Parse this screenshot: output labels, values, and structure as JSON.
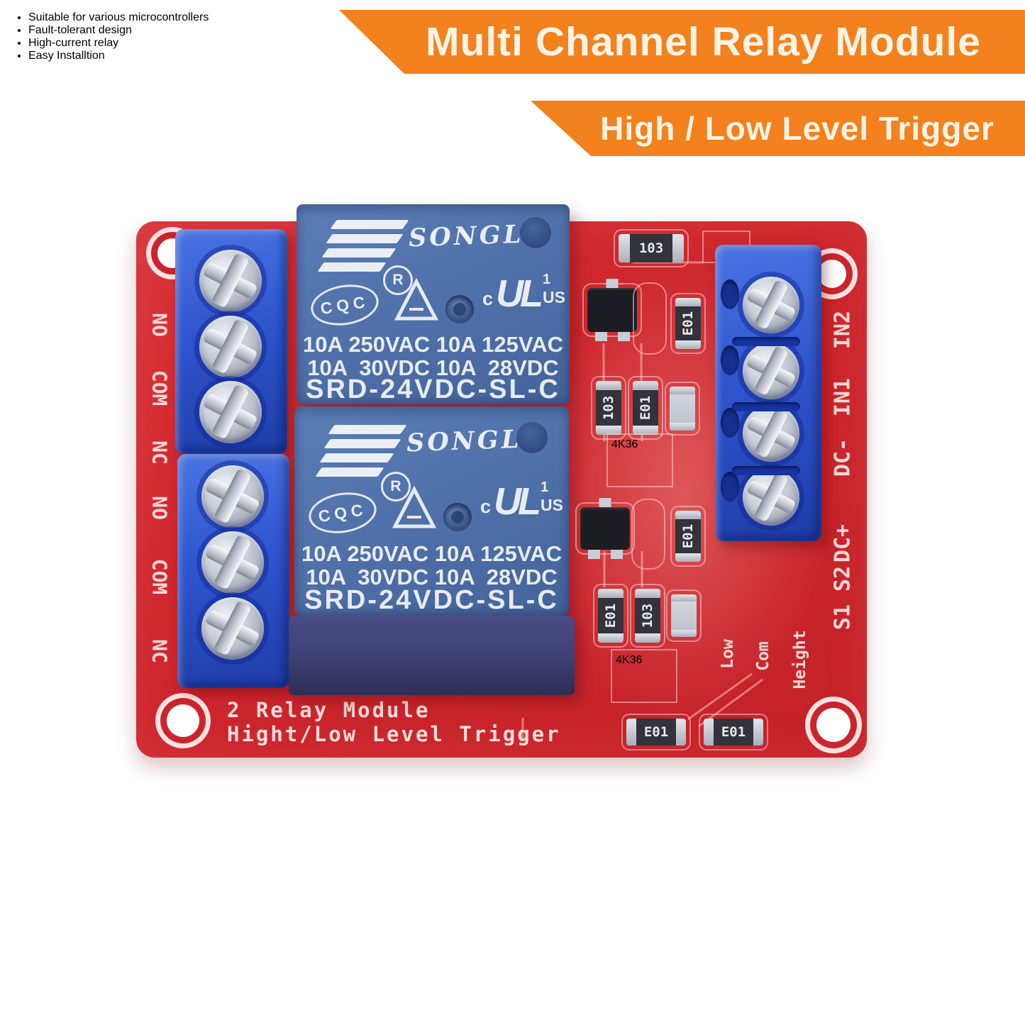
{
  "banners": {
    "primary": "Multi Channel Relay Module",
    "secondary": "High / Low Level Trigger"
  },
  "colors": {
    "banner_orange": "#F3811D",
    "pcb_red": "#CE272E",
    "relay_blue": "#4E6FA7",
    "relay_base_navy": "#3C3F72",
    "terminal_blue": "#2F55CE",
    "jumper_yellow": "#EFBE1E",
    "silkscreen_white": "#FFE4E0",
    "bullet_gold": "#C59A55"
  },
  "board": {
    "silkscreen_title": "2 Relay Module",
    "silkscreen_subtitle": "Hight/Low Level Trigger",
    "left_terminal_labels": [
      "NO",
      "COM",
      "NC",
      "NO",
      "COM",
      "NC"
    ],
    "right_terminal_labels": [
      "IN2",
      "IN1",
      "DC-",
      "DC+"
    ],
    "jumper_bank_label": "S1 S2",
    "trigger_mode_labels": [
      "Low",
      "Com",
      "Height"
    ]
  },
  "relay": {
    "brand": "SONGLE",
    "registered_mark": "R",
    "cqc_mark": "CQC",
    "ul_c": "c",
    "ul_mark": "UL",
    "ul_file": "1",
    "ul_us": "US",
    "rating_line1": "10A 250VAC 10A 125VAC",
    "rating_line2": "10A  30VDC 10A  28VDC",
    "model": "SRD-24VDC-SL-C"
  },
  "smd": {
    "r103": "103",
    "r103_rotated": "E01",
    "opto_marking": "4K36"
  },
  "features": {
    "items": [
      "Suitable for various microcontrollers",
      "Fault-tolerant design",
      "High-current relay",
      "Easy Installtion"
    ]
  }
}
